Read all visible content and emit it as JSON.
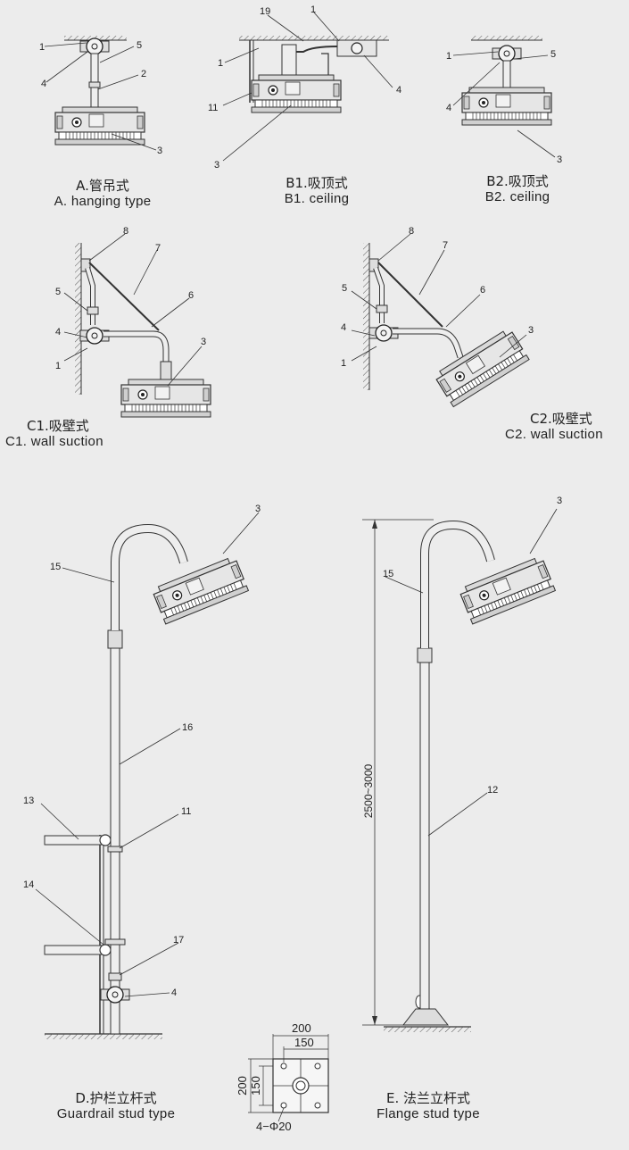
{
  "captions": {
    "a": {
      "zh": "A.管吊式",
      "en": "A. hanging type"
    },
    "b1": {
      "zh": "B1.吸顶式",
      "en": "B1. ceiling"
    },
    "b2": {
      "zh": "B2.吸顶式",
      "en": "B2. ceiling"
    },
    "c1": {
      "zh": "C1.吸壁式",
      "en": "C1. wall suction"
    },
    "c2": {
      "zh": "C2.吸壁式",
      "en": "C2. wall suction"
    },
    "d": {
      "zh": "D.护栏立杆式",
      "en": "Guardrail stud type"
    },
    "e": {
      "zh": "E. 法兰立杆式",
      "en": "Flange stud type"
    }
  },
  "part_numbers": {
    "n1": "1",
    "n2": "2",
    "n3": "3",
    "n4": "4",
    "n5": "5",
    "n6": "6",
    "n7": "7",
    "n8": "8",
    "n11": "11",
    "n12": "12",
    "n13": "13",
    "n14": "14",
    "n15": "15",
    "n16": "16",
    "n17": "17",
    "n19": "19"
  },
  "dimensions": {
    "height": "2500~3000",
    "flange_outer_w": "200",
    "flange_inner_w": "150",
    "flange_outer_h": "200",
    "flange_inner_h": "150",
    "holes": "4−Φ20"
  }
}
